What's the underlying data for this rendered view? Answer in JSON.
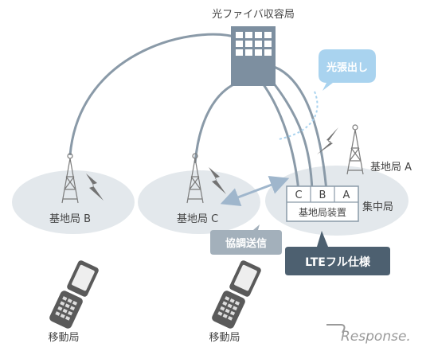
{
  "labels": {
    "fiber_center": "光ファイバ収容局",
    "fiber_extension": "光張出し",
    "base_station_a": "基地局 A",
    "base_station_b": "基地局 B",
    "base_station_c": "基地局 C",
    "central_station": "集中局",
    "base_station_equipment": "基地局装置",
    "coordinated_transmission": "協調送信",
    "lte_full_spec": "LTEフル仕様",
    "mobile_station_left": "移動局",
    "mobile_station_right": "移動局"
  },
  "equipment_slots": [
    "C",
    "B",
    "A"
  ],
  "watermark": "Response.",
  "colors": {
    "line": "#8a9aa8",
    "ellipse": "#e3e8ec",
    "building": "#7d8fa0",
    "bolt": "#737373",
    "callout_light": "#a9d3ef",
    "callout_dark": "#4d6070",
    "callout_gray": "#a3b0bb",
    "arrow": "#9fb6cc"
  }
}
